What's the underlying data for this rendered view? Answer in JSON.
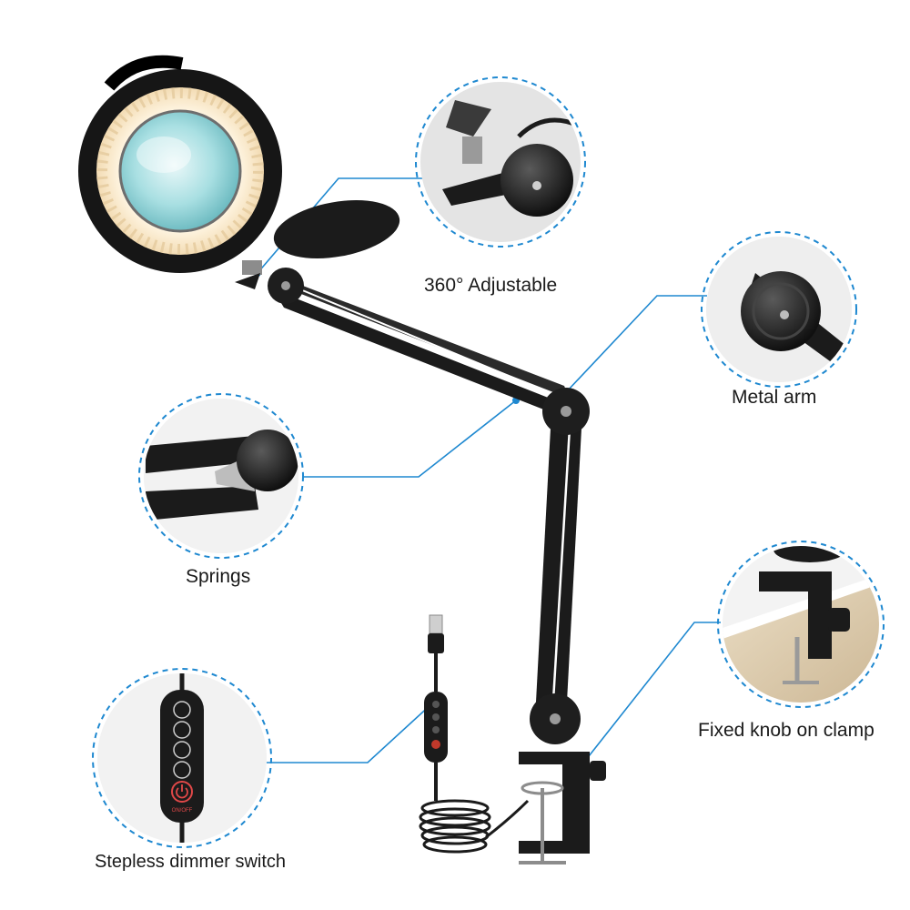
{
  "colors": {
    "callout_line": "#1e88d0",
    "circle_border": "#1e88d0",
    "lamp_body": "#1b1b1b",
    "led_glow": "#fbeed6",
    "lens": "#bfe7e9",
    "caption_text": "#1a1a1a"
  },
  "captions": {
    "adjustable": "360° Adjustable",
    "metal_arm": "Metal arm",
    "springs": "Springs",
    "knob": "Fixed knob on clamp",
    "dimmer": "Stepless dimmer switch"
  },
  "dimmer_buttons": [
    "brightness-up",
    "brightness-down",
    "color-temp",
    "timer",
    "power"
  ],
  "dimmer_power_label": "ON/OFF"
}
